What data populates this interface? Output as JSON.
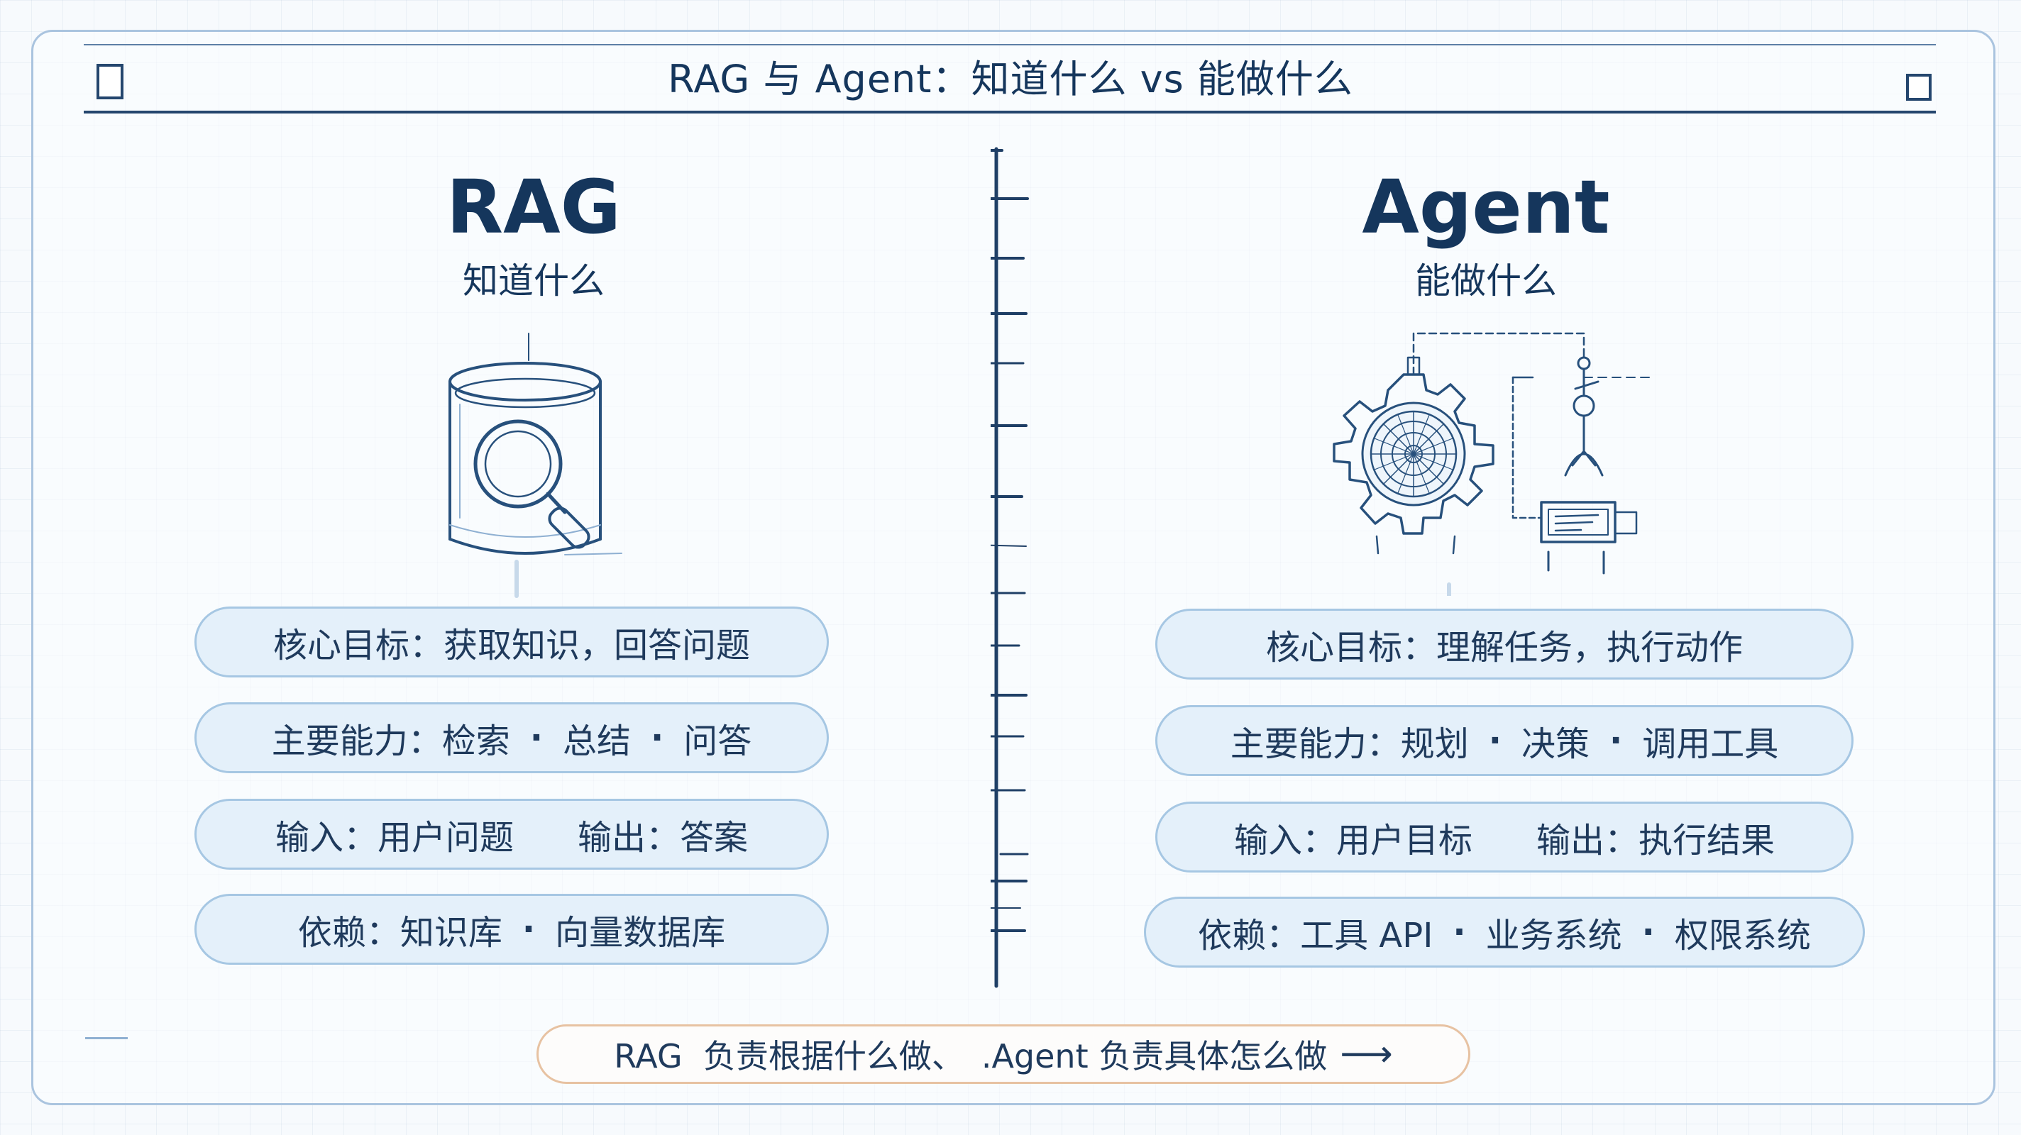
{
  "title": "RAG 与 Agent：知道什么  vs  能做什么",
  "rag": {
    "heading": "RAG",
    "subheading": "知道什么",
    "illustration_icon": "database-search-icon",
    "rows": [
      {
        "label": "核心目标：",
        "parts": [
          "获取知识，回答问题"
        ]
      },
      {
        "label": "主要能力：",
        "parts": [
          "检索",
          "总结",
          "问答"
        ]
      },
      {
        "io": true,
        "input_label": "输入：",
        "input_value": "用户问题",
        "output_label": "输出：",
        "output_value": "答案"
      },
      {
        "label": "依赖：",
        "parts": [
          "知识库",
          "向量数据库"
        ]
      }
    ]
  },
  "agent": {
    "heading": "Agent",
    "subheading": "能做什么",
    "illustration_icon": "gear-robot-arm-icon",
    "rows": [
      {
        "label": "核心目标：",
        "parts": [
          "理解任务，执行动作"
        ]
      },
      {
        "label": "主要能力：",
        "parts": [
          "规划",
          "决策",
          "调用工具"
        ]
      },
      {
        "io": true,
        "input_label": "输入：",
        "input_value": "用户目标",
        "output_label": "输出：",
        "output_value": "执行结果"
      },
      {
        "label": "依赖：",
        "parts": [
          "工具 API",
          "业务系统",
          "权限系统"
        ]
      }
    ]
  },
  "separator_glyph": "·",
  "summary": {
    "left": "RAG  负责根据什么做、",
    "right": ".Agent 负责具体怎么做",
    "arrow": "⟶"
  },
  "colors": {
    "ink": "#15365c",
    "pill_fill": "#e4f0fa",
    "pill_border": "#a6c7e3",
    "summary_border": "#e7c2a2",
    "frame_border": "#aac4df"
  }
}
